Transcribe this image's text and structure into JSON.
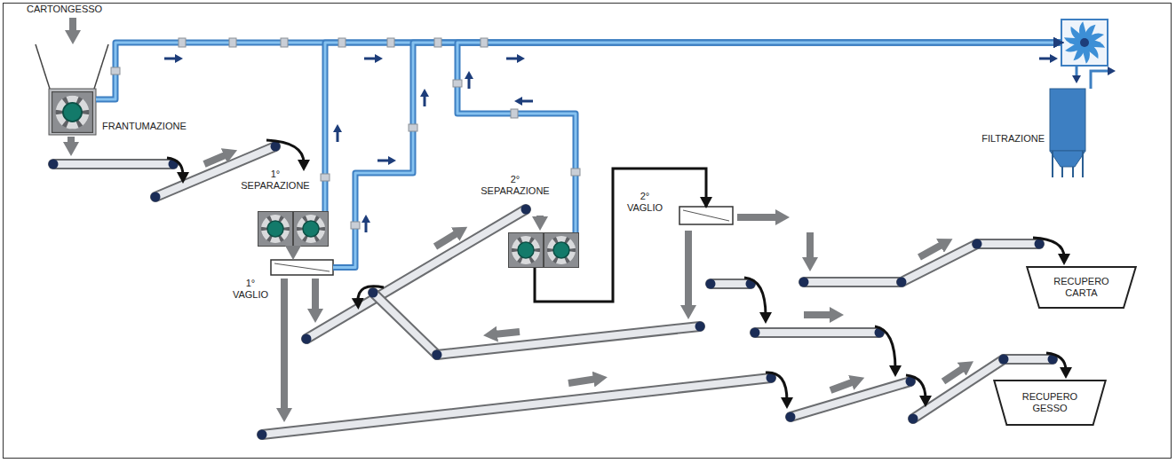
{
  "diagram": {
    "nodes": [
      {
        "text": [
          "FRANTUMAZIONE"
        ]
      },
      {
        "text": [
          "1° SEPARAZIONE"
        ]
      },
      {
        "text": [
          "1° VAGLIO"
        ]
      },
      {
        "text": [
          "2° SEPARAZIONE"
        ]
      },
      {
        "text": [
          "2° VAGLIO"
        ]
      },
      {
        "text": [
          "FILTRAZIONE"
        ]
      },
      {
        "text": [
          "RECUPERO CARTA"
        ]
      },
      {
        "text": [
          "RECUPERO GESSO"
        ]
      }
    ],
    "edges": [
      {
        "from": 0,
        "to": 5,
        "arrow": "to"
      },
      {
        "from": 1,
        "to": 5,
        "arrow": "to"
      },
      {
        "from": 2,
        "to": 5,
        "arrow": "to"
      },
      {
        "from": 3,
        "to": 5,
        "arrow": "to"
      },
      {
        "from": 3,
        "to": 4,
        "arrow": "to"
      }
    ],
    "labels": [
      "CARTONGESSO"
    ]
  }
}
